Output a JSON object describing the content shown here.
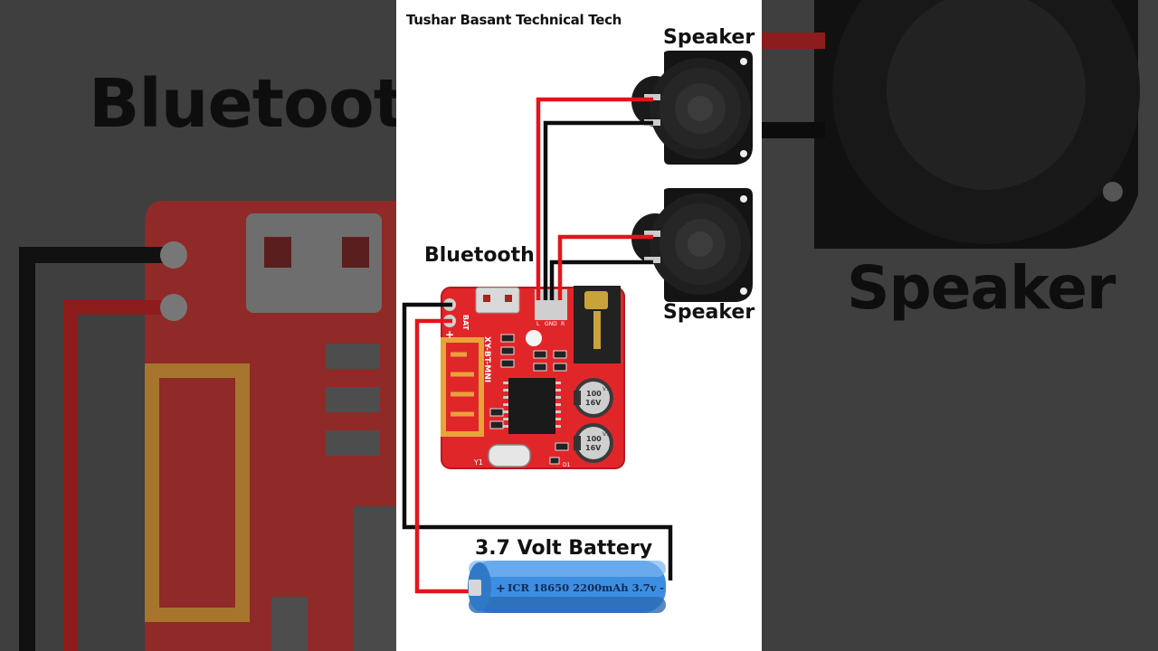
{
  "channel": "Tushar Basant Technical Tech",
  "labels": {
    "speaker_top": "Speaker",
    "speaker_bottom": "Speaker",
    "bluetooth": "Bluetooth",
    "battery": "3.7 Volt Battery"
  },
  "module": {
    "model": "XY-BT-MNI",
    "bat_mark": "BAT",
    "plus_mark": "+",
    "crystal_mark": "Y1",
    "led_mark": "D1",
    "terminals": [
      "L",
      "GND",
      "R"
    ],
    "cap_values": [
      "100",
      "16V"
    ],
    "cap_code": "V1"
  },
  "battery_cell": {
    "text": "ICR 18650 2200mAh 3.7v -",
    "plus": "+"
  },
  "background": {
    "left_text": "Bluetooth",
    "right_text": "Speaker"
  },
  "colors": {
    "wire_red": "#e4141b",
    "wire_black": "#0d0d0d",
    "pcb": "#e1262a",
    "battery_blue": "#3d8ee0",
    "speaker_black": "#151515"
  }
}
